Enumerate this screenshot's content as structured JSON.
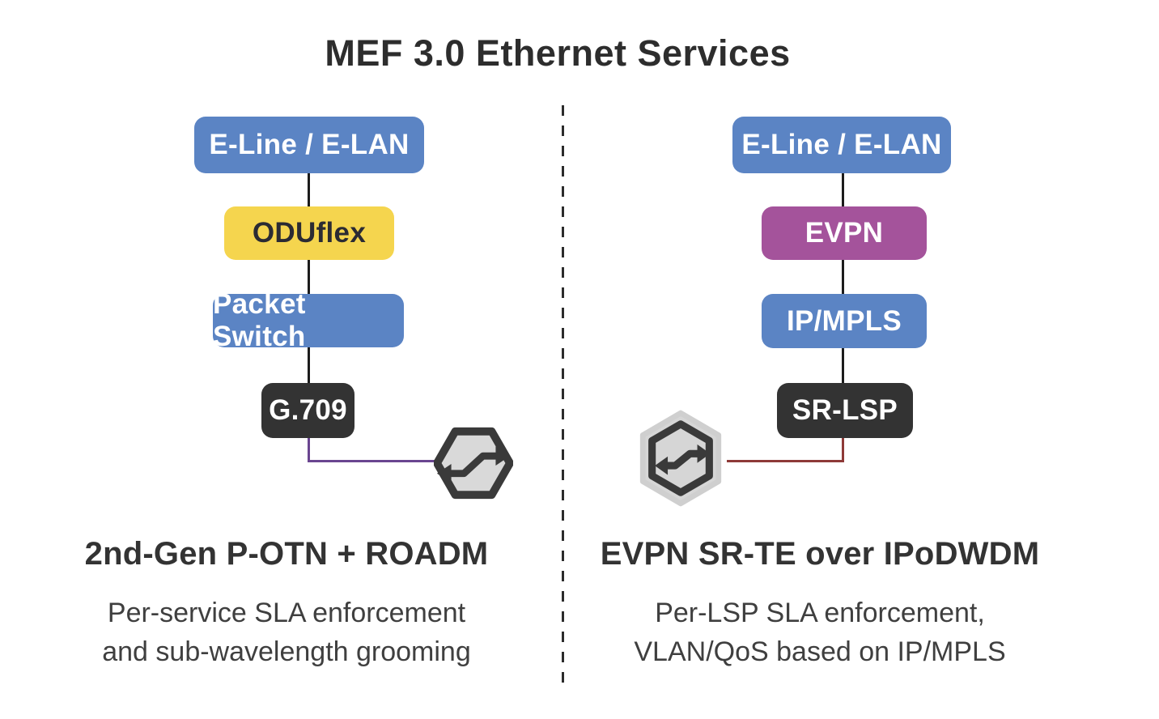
{
  "title": "MEF 3.0 Ethernet Services",
  "colors": {
    "blue": "#5b84c4",
    "yellow": "#f5d54e",
    "magenta": "#a4539b",
    "dark": "#333333",
    "left_connector": "#6a4590",
    "right_connector": "#8e3a38",
    "icon_stroke": "#3a3a3a",
    "divider": "#2b2b2b"
  },
  "left_column": {
    "boxes": [
      {
        "label": "E-Line / E-LAN",
        "bg": "#5b84c4",
        "fg": "#ffffff"
      },
      {
        "label": "ODUflex",
        "bg": "#f5d54e",
        "fg": "#2b2b33"
      },
      {
        "label": "Packet Switch",
        "bg": "#5b84c4",
        "fg": "#ffffff"
      },
      {
        "label": "G.709",
        "bg": "#333333",
        "fg": "#ffffff"
      }
    ],
    "connector_color": "#6a4590",
    "icon": "transceiver-hexagon-bidirectional-arrows",
    "heading": "2nd-Gen P-OTN + ROADM",
    "description": [
      "Per-service SLA enforcement",
      "and sub-wavelength grooming"
    ]
  },
  "right_column": {
    "boxes": [
      {
        "label": "E-Line / E-LAN",
        "bg": "#5b84c4",
        "fg": "#ffffff"
      },
      {
        "label": "EVPN",
        "bg": "#a4539b",
        "fg": "#ffffff"
      },
      {
        "label": "IP/MPLS",
        "bg": "#5b84c4",
        "fg": "#ffffff"
      },
      {
        "label": "SR-LSP",
        "bg": "#333333",
        "fg": "#ffffff"
      }
    ],
    "connector_color": "#8e3a38",
    "icon": "transceiver-hexagon-bidirectional-arrows",
    "heading": "EVPN SR-TE over IPoDWDM",
    "description": [
      "Per-LSP SLA enforcement,",
      "VLAN/QoS based on IP/MPLS"
    ]
  }
}
